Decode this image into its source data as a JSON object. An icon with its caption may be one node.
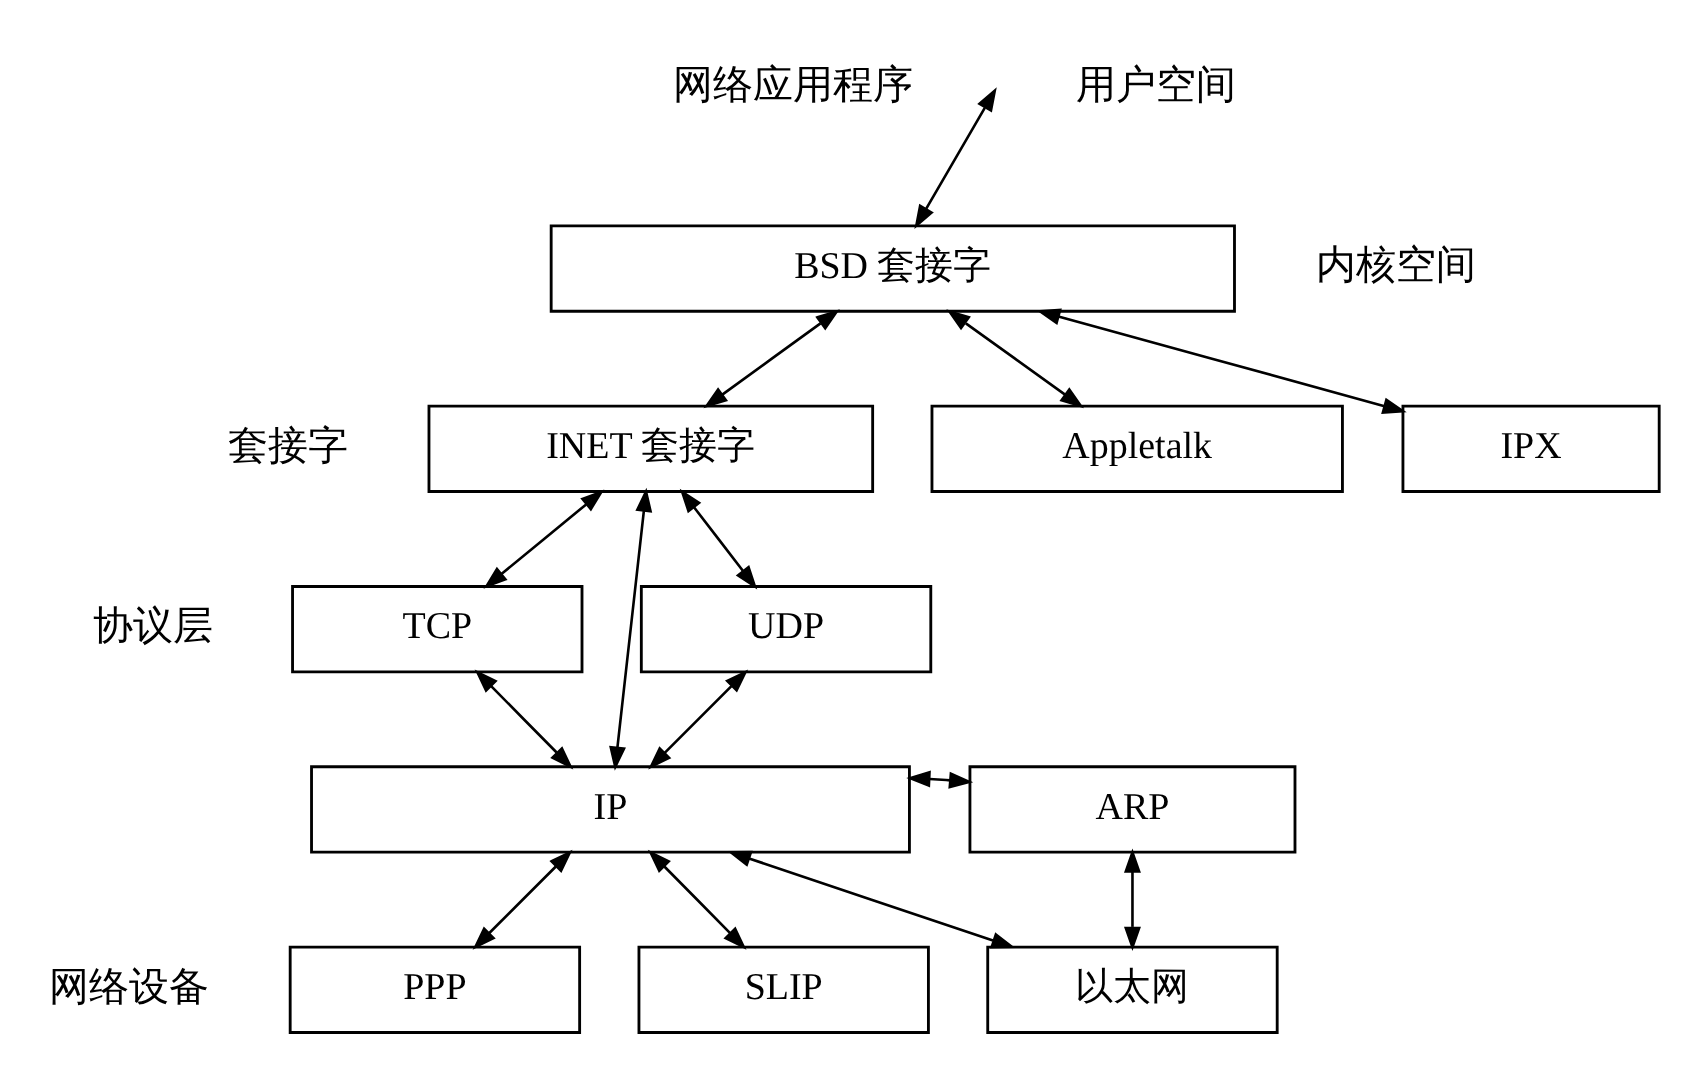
{
  "diagram": {
    "nodes": [
      {
        "text": [
          "BSD 套接字"
        ]
      },
      {
        "text": [
          "INET 套接字"
        ]
      },
      {
        "text": [
          "Appletalk"
        ]
      },
      {
        "text": [
          "IPX"
        ]
      },
      {
        "text": [
          "TCP"
        ]
      },
      {
        "text": [
          "UDP"
        ]
      },
      {
        "text": [
          "IP"
        ]
      },
      {
        "text": [
          "ARP"
        ]
      },
      {
        "text": [
          "PPP"
        ]
      },
      {
        "text": [
          "SLIP"
        ]
      },
      {
        "text": [
          "以太网"
        ]
      }
    ],
    "edges": [
      {
        "from": null,
        "to": 0,
        "arrow": "both"
      },
      {
        "from": 0,
        "to": 1,
        "arrow": "both"
      },
      {
        "from": 0,
        "to": 2,
        "arrow": "both"
      },
      {
        "from": 0,
        "to": 3,
        "arrow": "both"
      },
      {
        "from": 1,
        "to": 4,
        "arrow": "both"
      },
      {
        "from": 1,
        "to": 6,
        "arrow": "both"
      },
      {
        "from": 1,
        "to": 5,
        "arrow": "both"
      },
      {
        "from": 4,
        "to": 6,
        "arrow": "both"
      },
      {
        "from": 5,
        "to": 6,
        "arrow": "both"
      },
      {
        "from": 6,
        "to": 7,
        "arrow": "both"
      },
      {
        "from": 7,
        "to": 10,
        "arrow": "both"
      },
      {
        "from": 6,
        "to": 8,
        "arrow": "both"
      },
      {
        "from": 6,
        "to": 9,
        "arrow": "both"
      },
      {
        "from": 6,
        "to": 10,
        "arrow": "both"
      }
    ],
    "labels": [
      "网络应用程序",
      "用户空间",
      "内核空间",
      "套接字",
      "协议层",
      "网络设备"
    ]
  }
}
